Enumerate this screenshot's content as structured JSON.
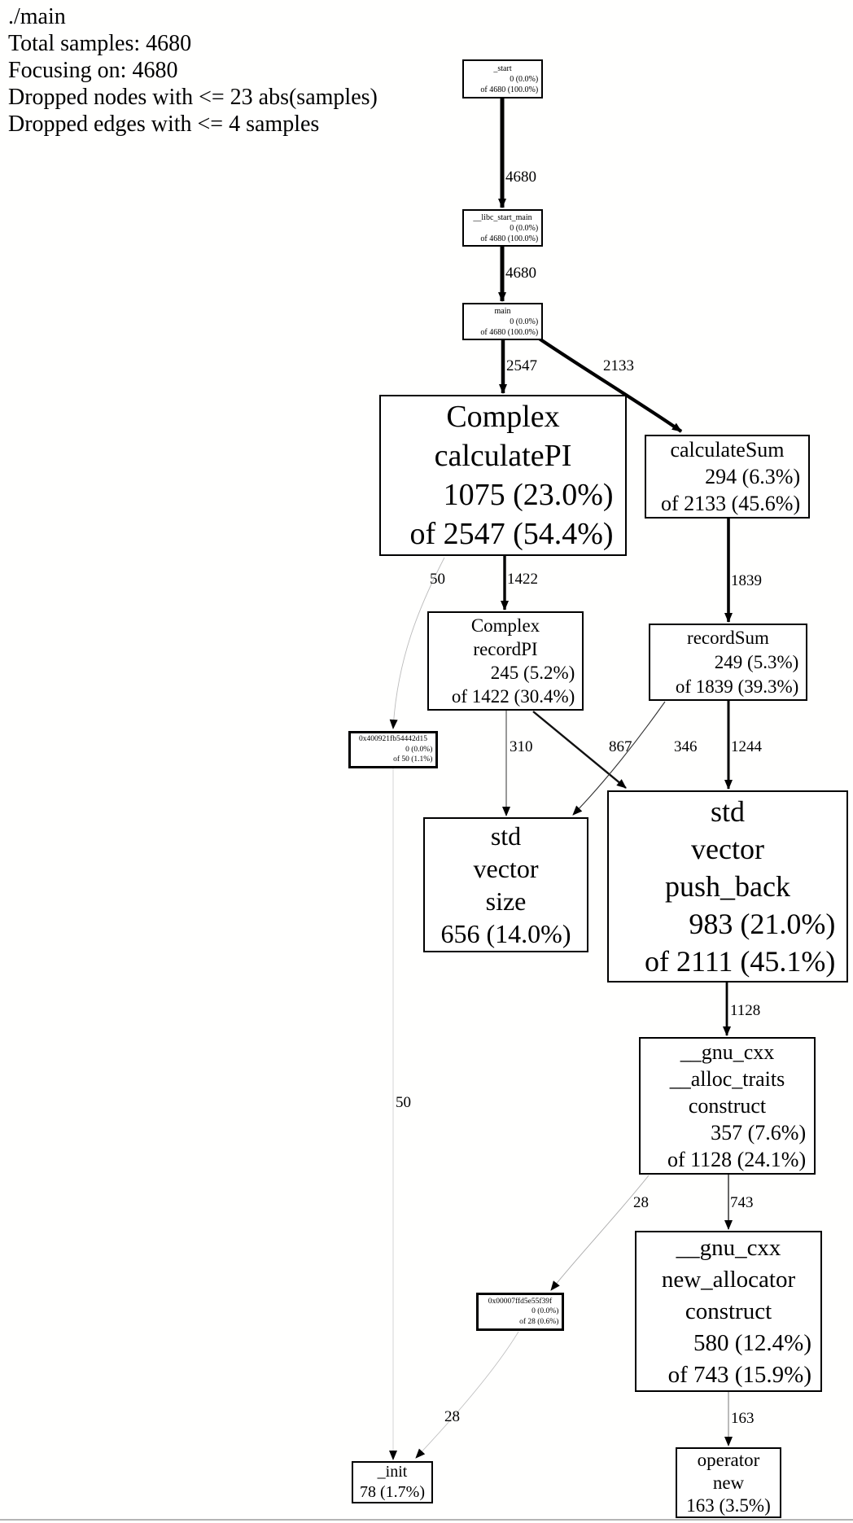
{
  "header": {
    "lines": [
      "./main",
      "Total samples: 4680",
      "Focusing on: 4680",
      "Dropped nodes with <= 23 abs(samples)",
      "Dropped edges with <= 4 samples"
    ]
  },
  "nodes": {
    "start": {
      "lines": [
        "_start",
        "0 (0.0%)",
        "of 4680 (100.0%)"
      ]
    },
    "libc_start_main": {
      "lines": [
        "__libc_start_main",
        "0 (0.0%)",
        "of 4680 (100.0%)"
      ]
    },
    "main": {
      "lines": [
        "main",
        "0 (0.0%)",
        "of 4680 (100.0%)"
      ]
    },
    "calculate_pi": {
      "lines": [
        "Complex",
        "calculatePI",
        "1075 (23.0%)",
        "of 2547 (54.4%)"
      ]
    },
    "calculate_sum": {
      "lines": [
        "calculateSum",
        "294 (6.3%)",
        "of 2133 (45.6%)"
      ]
    },
    "record_pi": {
      "lines": [
        "Complex",
        "recordPI",
        "245 (5.2%)",
        "of 1422 (30.4%)"
      ]
    },
    "record_sum": {
      "lines": [
        "recordSum",
        "249 (5.3%)",
        "of 1839 (39.3%)"
      ]
    },
    "addr_40092": {
      "lines": [
        "0x400921fb54442d15",
        "0 (0.0%)",
        "of 50 (1.1%)"
      ]
    },
    "vector_size": {
      "lines": [
        "std",
        "vector",
        "size",
        "656 (14.0%)"
      ]
    },
    "vector_push_back": {
      "lines": [
        "std",
        "vector",
        "push_back",
        "983 (21.0%)",
        "of 2111 (45.1%)"
      ]
    },
    "alloc_traits_construct": {
      "lines": [
        "__gnu_cxx",
        "__alloc_traits",
        "construct",
        "357 (7.6%)",
        "of 1128 (24.1%)"
      ]
    },
    "new_allocator_construct": {
      "lines": [
        "__gnu_cxx",
        "new_allocator",
        "construct",
        "580 (12.4%)",
        "of 743 (15.9%)"
      ]
    },
    "addr_7ffd": {
      "lines": [
        "0x00007ffd5e55f39f",
        "0 (0.0%)",
        "of 28 (0.6%)"
      ]
    },
    "operator_new": {
      "lines": [
        "operator",
        "new",
        "163 (3.5%)"
      ]
    },
    "init": {
      "lines": [
        "_init",
        "78 (1.7%)"
      ]
    }
  },
  "edges": {
    "start_libc": {
      "label": "4680",
      "from": "_start",
      "to": "__libc_start_main"
    },
    "libc_main": {
      "label": "4680",
      "from": "__libc_start_main",
      "to": "main"
    },
    "main_calculate_pi": {
      "label": "2547",
      "from": "main",
      "to": "Complex calculatePI"
    },
    "main_calculate_sum": {
      "label": "2133",
      "from": "main",
      "to": "calculateSum"
    },
    "calculate_pi_record_pi": {
      "label": "1422",
      "from": "Complex calculatePI",
      "to": "Complex recordPI"
    },
    "calculate_pi_addr": {
      "label": "50",
      "from": "Complex calculatePI",
      "to": "0x400921fb54442d15"
    },
    "calculate_sum_record_sum": {
      "label": "1839",
      "from": "calculateSum",
      "to": "recordSum"
    },
    "record_pi_size": {
      "label": "310",
      "from": "Complex recordPI",
      "to": "std vector size"
    },
    "record_pi_push_back": {
      "label": "867",
      "from": "Complex recordPI",
      "to": "std vector push_back"
    },
    "record_sum_size": {
      "label": "346",
      "from": "recordSum",
      "to": "std vector size"
    },
    "record_sum_push_back": {
      "label": "1244",
      "from": "recordSum",
      "to": "std vector push_back"
    },
    "push_back_alloc_traits": {
      "label": "1128",
      "from": "std vector push_back",
      "to": "__gnu_cxx __alloc_traits construct"
    },
    "alloc_traits_new_allocator": {
      "label": "743",
      "from": "__gnu_cxx __alloc_traits construct",
      "to": "__gnu_cxx new_allocator construct"
    },
    "alloc_traits_addr": {
      "label": "28",
      "from": "__gnu_cxx __alloc_traits construct",
      "to": "0x00007ffd5e55f39f"
    },
    "new_allocator_operator_new": {
      "label": "163",
      "from": "__gnu_cxx new_allocator construct",
      "to": "operator new"
    },
    "addr40092_init": {
      "label": "50",
      "from": "0x400921fb54442d15",
      "to": "_init"
    },
    "addr7ffd_init": {
      "label": "28",
      "from": "0x00007ffd5e55f39f",
      "to": "_init"
    }
  },
  "colors": {
    "text": "#000000",
    "node_border": "#000000",
    "edge_heavy": "#000000",
    "edge_faint": "#bbbbbb",
    "background": "#fffffe"
  }
}
